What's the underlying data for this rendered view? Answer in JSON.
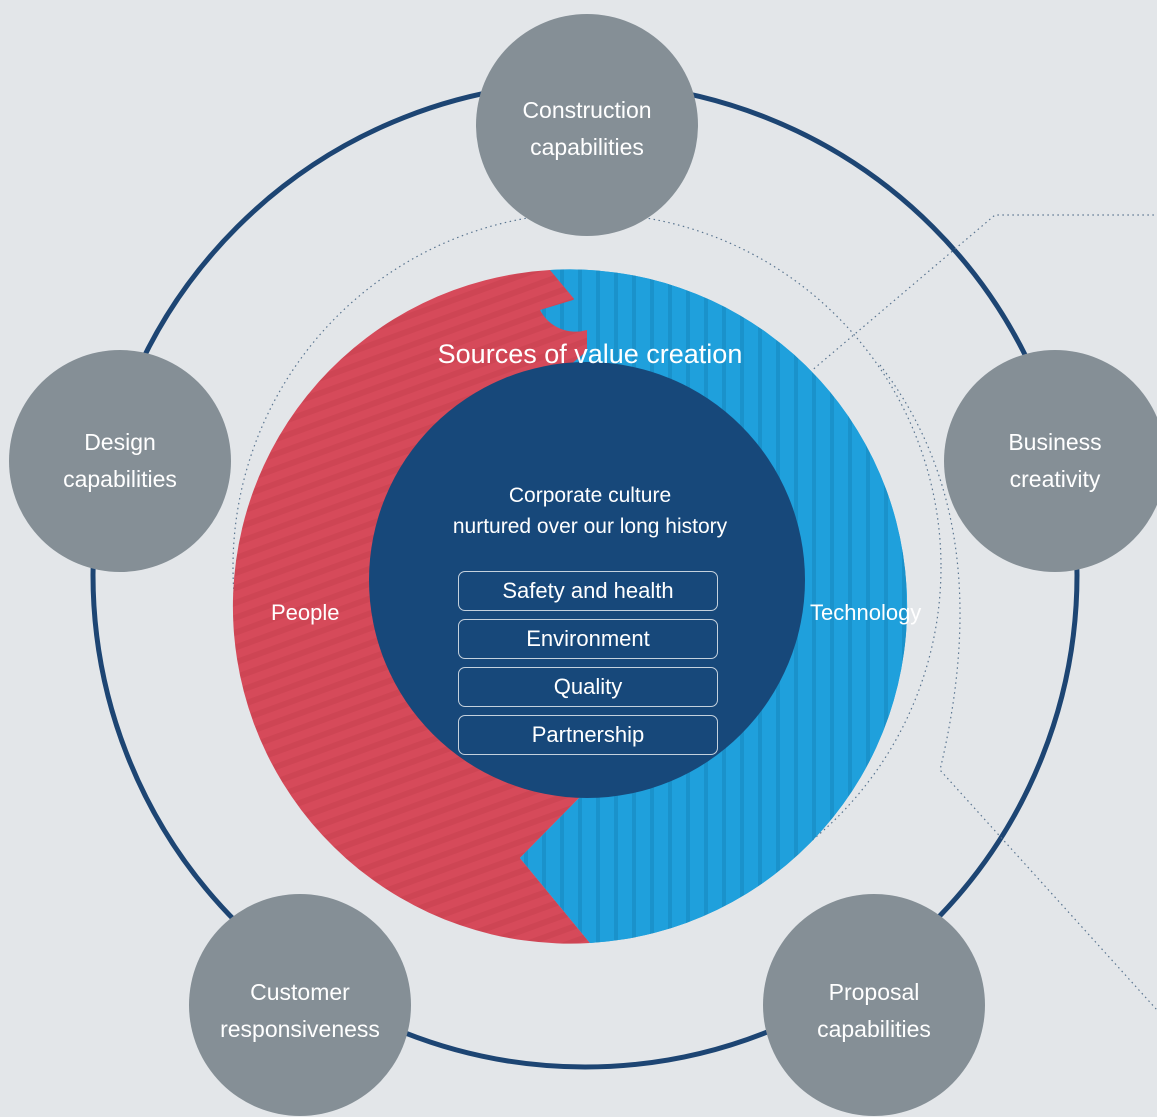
{
  "center": {
    "title": "Sources of value creation",
    "people_label": "People",
    "technology_label": "Technology",
    "culture_line1": "Corporate culture",
    "culture_line2": "nurtured over our long history",
    "values": [
      "Safety and health",
      "Environment",
      "Quality",
      "Partnership"
    ]
  },
  "capabilities": [
    {
      "line1": "Construction",
      "line2": "capabilities"
    },
    {
      "line1": "Business",
      "line2": "creativity"
    },
    {
      "line1": "Proposal",
      "line2": "capabilities"
    },
    {
      "line1": "Customer",
      "line2": "responsiveness"
    },
    {
      "line1": "Design",
      "line2": "capabilities"
    }
  ],
  "colors": {
    "background": "#e3e6e9",
    "ring": "#1d4573",
    "capability_circle": "#858f96",
    "people": "#d64a5a",
    "technology": "#1fa0dc",
    "core": "#17487a"
  }
}
